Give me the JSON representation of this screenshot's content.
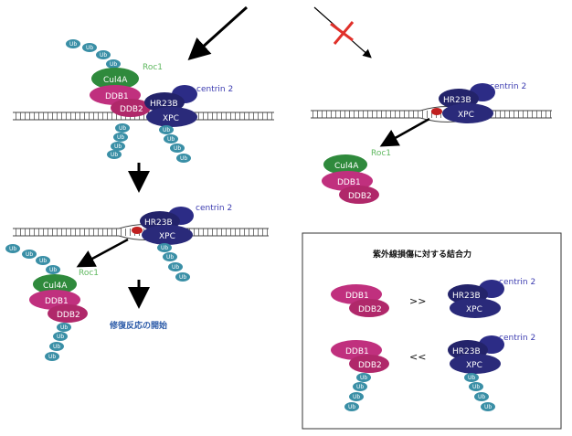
{
  "colors": {
    "cul4a": "#2f8a3c",
    "ddb1": "#c0307e",
    "ddb2": "#b0286a",
    "xpc": "#2a2a7a",
    "hr23b": "#23236a",
    "centrin": "#2c2c86",
    "ub": "#3a8fa6",
    "cross": "#e0302a",
    "lesion": "#c02020",
    "roc1": "#5fb85f",
    "centrinText": "#3b3bb0",
    "repairText": "#2b5aa8"
  },
  "labels": {
    "cul4a": "Cul4A",
    "ddb1": "DDB1",
    "ddb2": "DDB2",
    "hr23b": "HR23B",
    "xpc": "XPC",
    "roc1": "Roc1",
    "centrin": "centrin 2",
    "ub": "Ub",
    "repair_start": "修復反応の開始",
    "compare_more": ">>",
    "compare_less": "<<"
  },
  "legend_box": {
    "title": "紫外線損傷に対する結合力"
  }
}
